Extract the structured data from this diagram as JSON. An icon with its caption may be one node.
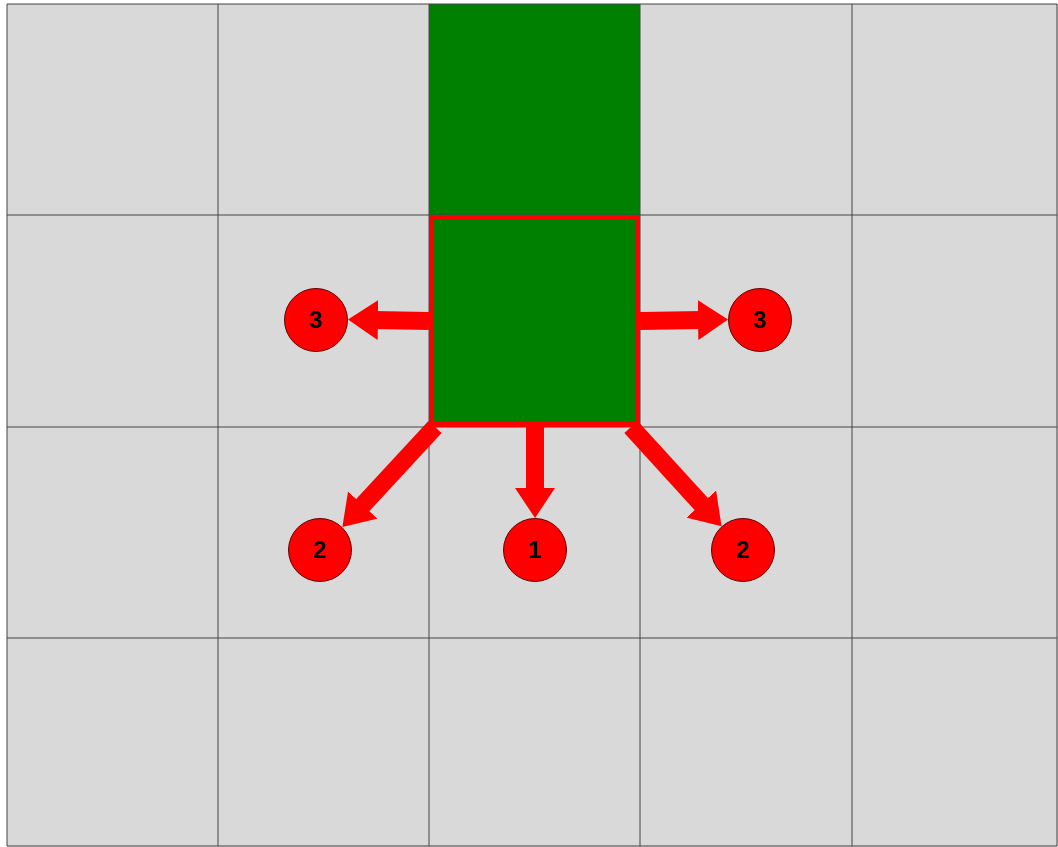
{
  "diagram": {
    "nodes": [
      {
        "text": [],
        "shape": "box"
      },
      {
        "text": [
          "3"
        ]
      },
      {
        "text": [
          "3"
        ]
      },
      {
        "text": [
          "2"
        ]
      },
      {
        "text": [
          "1"
        ]
      },
      {
        "text": [
          "2"
        ]
      }
    ],
    "edges": [
      {
        "from": 0,
        "to": 1,
        "arrow": "to"
      },
      {
        "from": 0,
        "to": 2,
        "arrow": "to"
      },
      {
        "from": 0,
        "to": 3,
        "arrow": "to"
      },
      {
        "from": 0,
        "to": 4,
        "arrow": "to"
      },
      {
        "from": 0,
        "to": 5,
        "arrow": "to"
      }
    ]
  }
}
